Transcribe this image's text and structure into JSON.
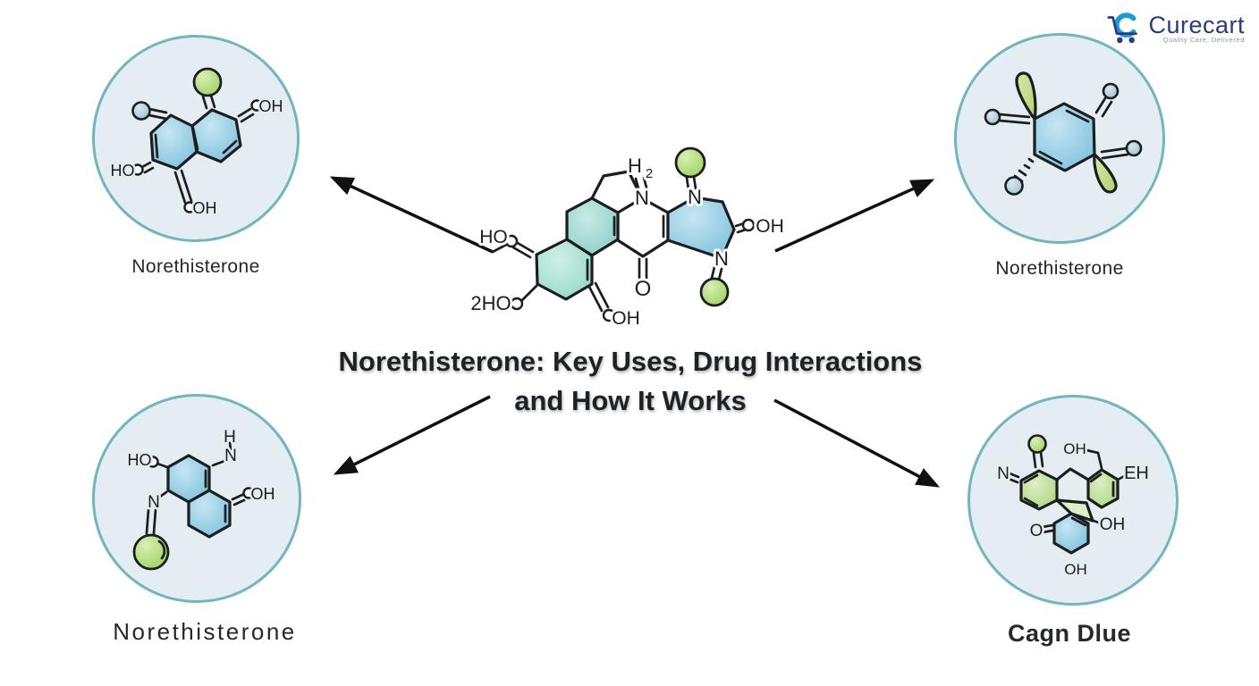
{
  "logo": {
    "name": "Curecart",
    "tagline": "Quality Care, Delivered"
  },
  "title": {
    "line1": "Norethisterone: Key Uses, Drug Interactions",
    "line2": "and How It Works"
  },
  "bubbles": {
    "top_left": {
      "label": "Norethisterone",
      "atoms": {
        "oh_top": "OH",
        "ho_left": "HO",
        "oh_bottom": "OH"
      }
    },
    "top_right": {
      "label": "Norethisterone"
    },
    "bottom_left": {
      "label": "Norethisterone",
      "atoms": {
        "ho_top": "HO",
        "h_top": "H",
        "n_top": "N",
        "n_left": "N",
        "oh_right": "OH"
      }
    },
    "bottom_right": {
      "label": "Cagn Dlue",
      "atoms": {
        "n_left": "N",
        "oh_top": "OH",
        "eh_right": "EH",
        "o_left": "O",
        "oh_mid": "OH",
        "oh_bottom": "OH"
      }
    }
  },
  "center_molecule": {
    "atoms": {
      "h": "H",
      "h_subscript": "2",
      "n_top": "N",
      "n_ring_top": "N",
      "n_ring_bottom": "N",
      "oh_right": "OH",
      "o_bottom": "O",
      "ho_left": "HO",
      "ho_bottom_left": "2HO",
      "oh_bottom": "OH"
    }
  },
  "colors": {
    "bubble_fill": "#e3edf2",
    "bubble_border": "#72b5bd",
    "ring_blue": "#7dc0db",
    "ring_teal": "#8ccfc8",
    "ring_green": "#abd483",
    "sphere_green": "#9ed162",
    "sphere_blue_gray": "#9cc0d0",
    "outline": "#1c1d1f",
    "title_text": "#1e2126",
    "logo_navy": "#2b3a7c",
    "logo_blue": "#1d9bd7",
    "tagline_gray": "#8a94a6"
  }
}
